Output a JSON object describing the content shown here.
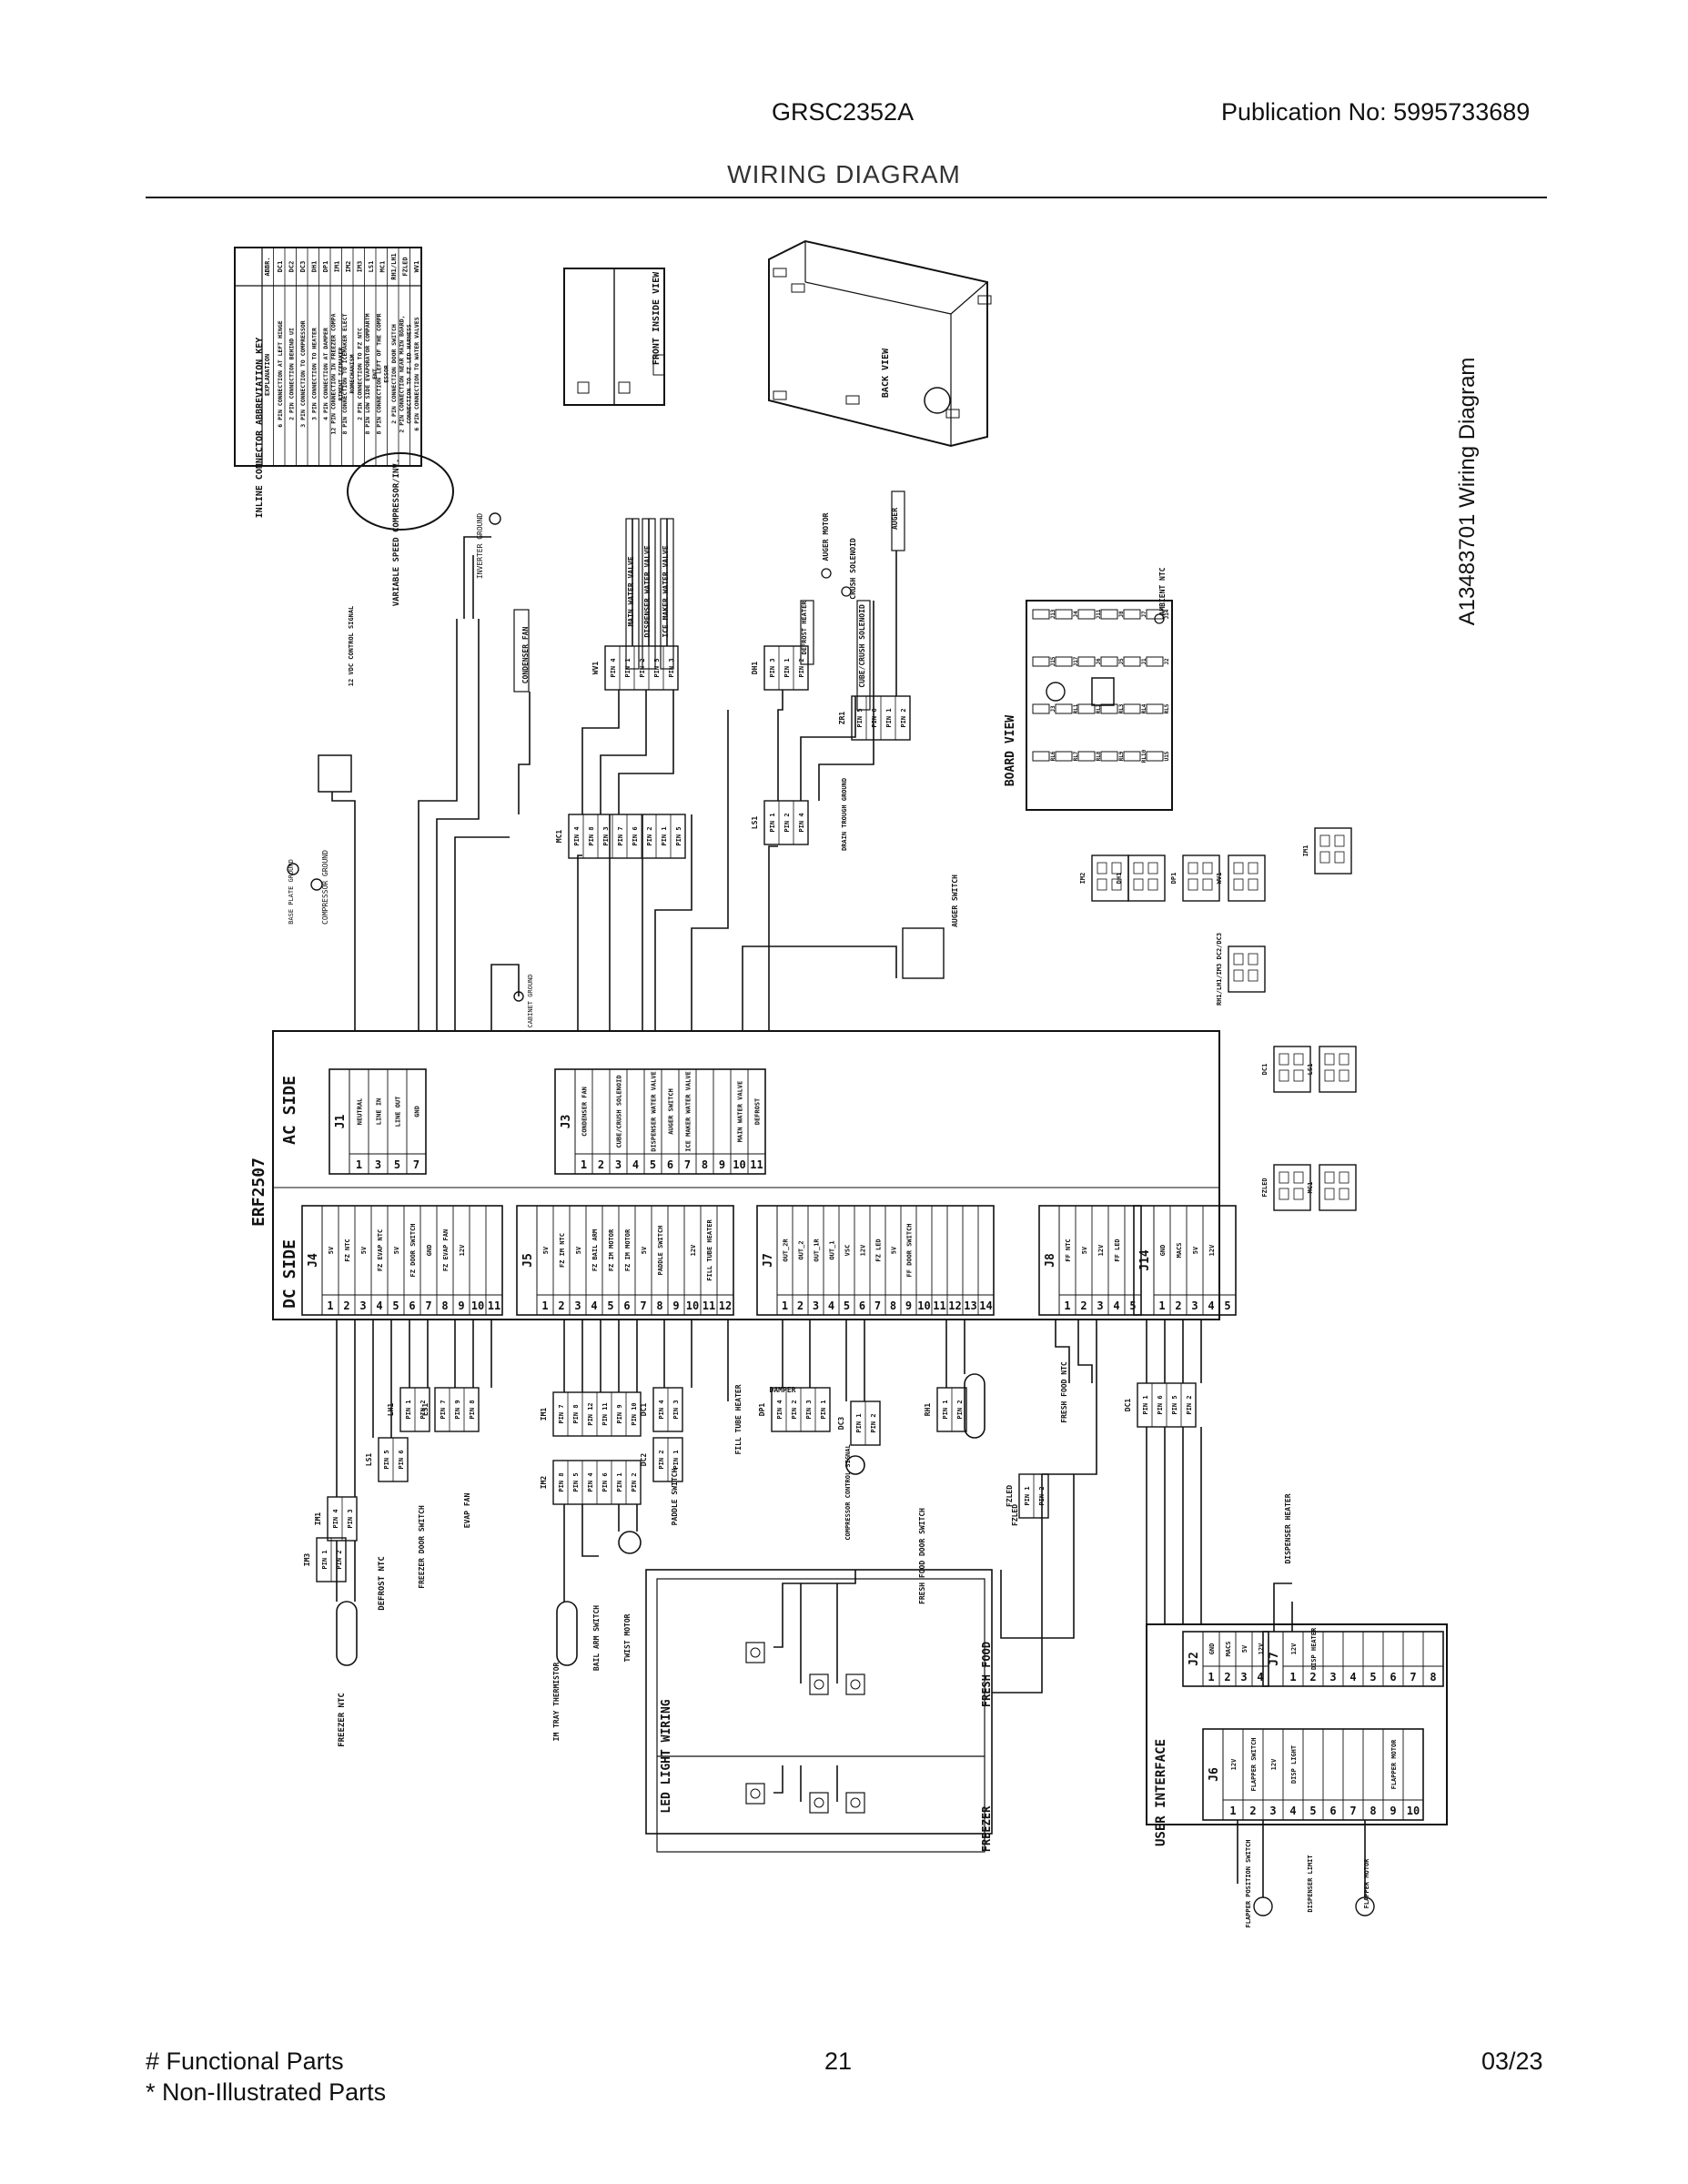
{
  "header": {
    "model": "GRSC2352A",
    "publication": "Publication No:  5995733689",
    "title": "WIRING DIAGRAM"
  },
  "diagram": {
    "side_id": "A13483701 Wiring Diagram",
    "key": {
      "title": "INLINE CONNECTOR ABBREVIATION KEY",
      "col_abbr": "ABBR.",
      "col_expl": "EXPLANATION",
      "rows": [
        {
          "abbr": "DC1",
          "text": "6 PIN CONNECTION AT LEFT HINGE"
        },
        {
          "abbr": "DC2",
          "text": "2 PIN CONNECTION BEHIND UI"
        },
        {
          "abbr": "DC3",
          "text": "3 PIN CONNECTION TO COMPRESSOR"
        },
        {
          "abbr": "DH1",
          "text": "3 PIN CONNECTION TO HEATER"
        },
        {
          "abbr": "DP1",
          "text": "4 PIN CONNECTION AT DAMPER"
        },
        {
          "abbr": "IM1",
          "text": "12 PIN CONNECTION IN FREEZER COMPARTMENT ICEMAKER"
        },
        {
          "abbr": "IM2",
          "text": "8 PIN CONNECTION TO ICEMAKER ELECTROMECHANISM"
        },
        {
          "abbr": "IM3",
          "text": "2 PIN CONNECTION TO FZ NTC"
        },
        {
          "abbr": "LS1",
          "text": "8 PIN LOW SIDE EVAPORATOR COMPARTMENT"
        },
        {
          "abbr": "MC1",
          "text": "8 PIN CONNECTION LEFT OF THE COMPRESSOR"
        },
        {
          "abbr": "RH1/LH1",
          "text": "2 PIN CONNECTION DOOR SWITCH"
        },
        {
          "abbr": "FZLED",
          "text": "2 PIN CONNECTION NEAR MAIN BOARD, CONNECTION TO FZ LED HARNESS"
        },
        {
          "abbr": "WV1",
          "text": "6 PIN CONNECTION TO WATER VALVES"
        }
      ]
    },
    "views": {
      "front": "FRONT INSIDE VIEW",
      "back": "BACK VIEW",
      "board": "BOARD VIEW"
    },
    "compressor": "VARIABLE SPEED COMPRESSOR/INV.",
    "labels": {
      "inverter_ground": "INVERTER GROUND",
      "compressor_ground": "COMPRESSOR GROUND",
      "base_plate": "BASE PLATE GROUND",
      "cabinet_ground": "CABINET GROUND",
      "condenser_fan": "CONDENSER FAN",
      "main_valve": "MAIN WATER VALVE",
      "disp_valve": "DISPENSER WATER VALVE",
      "ice_valve": "ICE MAKER WATER VALVE",
      "defrost_heater": "DEFROST HEATER",
      "auger_motor": "AUGER MOTOR",
      "crush_solenoid": "CRUSH SOLENOID",
      "cube_crush": "CUBE/CRUSH SOLENOID",
      "auger": "AUGER",
      "auger_switch": "AUGER SWITCH",
      "drain_trough": "DRAIN TROUGH GROUND",
      "ambient_ntc": "AMBIENT NTC",
      "vdc": "12 VDC CONTROL SIGNAL",
      "freezer_ntc": "FREEZER NTC",
      "defrost_ntc": "DEFROST NTC",
      "fz_door_switch": "FREEZER DOOR SWITCH",
      "evap_fan": "EVAP FAN",
      "im_tray": "IM TRAY THERMISTOR",
      "bail_arm": "BAIL ARM SWITCH",
      "twist_motor": "TWIST MOTOR",
      "paddle_switch": "PADDLE SWITCH",
      "fill_tube": "FILL TUBE HEATER",
      "damper": "DAMPER",
      "comp_signal": "COMPRESSOR CONTROL SIGNAL",
      "ff_door_switch": "FRESH FOOD DOOR SWITCH",
      "ff_ntc": "FRESH FOOD NTC",
      "fzled": "FZLED",
      "dispenser_heater": "DISPENSER HEATER",
      "led_light": "LED LIGHT WIRING",
      "fresh_food": "FRESH FOOD",
      "freezer": "FREEZER",
      "user_interface": "USER INTERFACE",
      "flapper_pos": "FLAPPER POSITION SWITCH",
      "disp_limit": "DISPENSER LIMIT",
      "flapper_motor": "FLAPPER MOTOR",
      "erf": "ERF2507",
      "ac_side": "AC SIDE",
      "dc_side": "DC SIDE"
    },
    "j1": {
      "title": "J1",
      "rows": [
        [
          "1",
          "NEUTRAL"
        ],
        [
          "3",
          "LINE IN"
        ],
        [
          "5",
          "LINE OUT"
        ],
        [
          "7",
          "GND"
        ]
      ]
    },
    "j3": {
      "title": "J3",
      "rows": [
        [
          "1",
          "CONDENSER FAN"
        ],
        [
          "2",
          ""
        ],
        [
          "3",
          "CUBE/CRUSH SOLENOID"
        ],
        [
          "4",
          ""
        ],
        [
          "5",
          "DISPENSER WATER VALVE"
        ],
        [
          "6",
          "AUGER SWITCH"
        ],
        [
          "7",
          "ICE MAKER WATER VALVE"
        ],
        [
          "8",
          ""
        ],
        [
          "9",
          ""
        ],
        [
          "10",
          "MAIN WATER VALVE"
        ],
        [
          "11",
          "DEFROST"
        ]
      ]
    },
    "j4": {
      "title": "J4",
      "rows": [
        [
          "1",
          "5V"
        ],
        [
          "2",
          "FZ NTC"
        ],
        [
          "3",
          "5V"
        ],
        [
          "4",
          "FZ EVAP NTC"
        ],
        [
          "5",
          "5V"
        ],
        [
          "6",
          "FZ DOOR SWITCH"
        ],
        [
          "7",
          "GND"
        ],
        [
          "8",
          "FZ EVAP FAN"
        ],
        [
          "9",
          "12V"
        ],
        [
          "10",
          ""
        ],
        [
          "11",
          ""
        ]
      ]
    },
    "j5": {
      "title": "J5",
      "rows": [
        [
          "1",
          "5V"
        ],
        [
          "2",
          "FZ IM NTC"
        ],
        [
          "3",
          "5V"
        ],
        [
          "4",
          "FZ BAIL ARM"
        ],
        [
          "5",
          "FZ IM MOTOR"
        ],
        [
          "6",
          "FZ IM MOTOR"
        ],
        [
          "7",
          "5V"
        ],
        [
          "8",
          "PADDLE SWITCH"
        ],
        [
          "9",
          ""
        ],
        [
          "10",
          "12V"
        ],
        [
          "11",
          "FILL TUBE HEATER"
        ],
        [
          "12",
          ""
        ]
      ]
    },
    "j7": {
      "title": "J7",
      "rows": [
        [
          "1",
          "OUT_2R"
        ],
        [
          "2",
          "OUT_2"
        ],
        [
          "3",
          "OUT_1R"
        ],
        [
          "4",
          "OUT_1"
        ],
        [
          "5",
          "VSC"
        ],
        [
          "6",
          "12V"
        ],
        [
          "7",
          "FZ LED"
        ],
        [
          "8",
          "5V"
        ],
        [
          "9",
          "FF DOOR SWITCH"
        ],
        [
          "10",
          ""
        ],
        [
          "11",
          ""
        ],
        [
          "12",
          ""
        ],
        [
          "13",
          ""
        ],
        [
          "14",
          ""
        ]
      ]
    },
    "j8": {
      "title": "J8",
      "rows": [
        [
          "1",
          "FF NTC"
        ],
        [
          "2",
          "5V"
        ],
        [
          "3",
          "12V"
        ],
        [
          "4",
          "FF LED"
        ],
        [
          "5",
          ""
        ]
      ]
    },
    "j14": {
      "title": "J14",
      "rows": [
        [
          "1",
          "GND"
        ],
        [
          "2",
          "MACS"
        ],
        [
          "3",
          "5V"
        ],
        [
          "4",
          "12V"
        ],
        [
          "5",
          ""
        ]
      ]
    },
    "uij2": {
      "title": "J2",
      "rows": [
        [
          "1",
          "GND"
        ],
        [
          "2",
          "MACS"
        ],
        [
          "3",
          "5V"
        ],
        [
          "4",
          "12V"
        ]
      ]
    },
    "uij7": {
      "title": "J7",
      "rows": [
        [
          "1",
          "12V"
        ],
        [
          "2",
          "DISP HEATER"
        ],
        [
          "3",
          ""
        ],
        [
          "4",
          ""
        ],
        [
          "5",
          ""
        ],
        [
          "6",
          ""
        ],
        [
          "7",
          ""
        ],
        [
          "8",
          ""
        ]
      ]
    },
    "uij6": {
      "title": "J6",
      "rows": [
        [
          "1",
          "12V"
        ],
        [
          "2",
          "FLAPPER SWITCH"
        ],
        [
          "3",
          "12V"
        ],
        [
          "4",
          "DISP LIGHT"
        ],
        [
          "5",
          ""
        ],
        [
          "6",
          ""
        ],
        [
          "7",
          ""
        ],
        [
          "8",
          ""
        ],
        [
          "9",
          "FLAPPER MOTOR"
        ],
        [
          "10",
          ""
        ]
      ]
    },
    "conn": {
      "wv1": {
        "title": "WV1",
        "pins": [
          "PIN 4",
          "PIN 1",
          "PIN 2",
          "PIN 5",
          "PIN 3"
        ]
      },
      "mc1": {
        "title": "MC1",
        "pins": [
          "PIN 4",
          "PIN 8",
          "PIN 3",
          "PIN 7",
          "PIN 6",
          "PIN 2",
          "PIN 1",
          "PIN 5"
        ]
      },
      "dh1": {
        "title": "DH1",
        "pins": [
          "PIN 3",
          "PIN 1",
          "PIN 2"
        ]
      },
      "ls1": {
        "title": "LS1",
        "pins": [
          "PIN 1",
          "PIN 2",
          "PIN 4"
        ]
      },
      "zr1": {
        "title": "ZR1",
        "pins": [
          "PIN 5",
          "PIN 6",
          "PIN 1",
          "PIN 2"
        ]
      },
      "lh1": {
        "title": "LH1",
        "pins": [
          "PIN 1",
          "PIN 2"
        ]
      },
      "ls1b": {
        "title": "LS1",
        "pins": [
          "PIN 7",
          "PIN 9",
          "PIN 8"
        ]
      },
      "ls1c": {
        "title": "LS1",
        "pins": [
          "PIN 5",
          "PIN 6"
        ]
      },
      "im1": {
        "title": "IM1",
        "pins": [
          "PIN 4",
          "PIN 3"
        ]
      },
      "im3": {
        "title": "IM3",
        "pins": [
          "PIN 1",
          "PIN 2"
        ]
      },
      "im1b": {
        "title": "IM1",
        "pins": [
          "PIN 7",
          "PIN 8",
          "PIN 12",
          "PIN 11",
          "PIN 9",
          "PIN 10"
        ]
      },
      "im2": {
        "title": "IM2",
        "pins": [
          "PIN 8",
          "PIN 5",
          "PIN 4",
          "PIN 6",
          "PIN 1",
          "PIN 2"
        ]
      },
      "dc1a": {
        "title": "DC1",
        "pins": [
          "PIN 4",
          "PIN 3"
        ]
      },
      "dc2": {
        "title": "DC2",
        "pins": [
          "PIN 2",
          "PIN 1"
        ]
      },
      "dp1": {
        "title": "DP1",
        "pins": [
          "PIN 4",
          "PIN 2",
          "PIN 3",
          "PIN 1"
        ]
      },
      "dc3": {
        "title": "DC3",
        "pins": [
          "PIN 1",
          "PIN 2"
        ]
      },
      "rh1": {
        "title": "RH1",
        "pins": [
          "PIN 1",
          "PIN 2"
        ]
      },
      "dc1": {
        "title": "DC1",
        "pins": [
          "PIN 1",
          "PIN 6",
          "PIN 5",
          "PIN 2"
        ]
      },
      "fzled": {
        "title": "FZLED",
        "pins": [
          "PIN 1",
          "PIN 2"
        ]
      }
    },
    "right_conn": [
      "IM2",
      "DH1",
      "DP1",
      "WV1",
      "IM1",
      "RH1/LH1/IM3 DC2/DC3",
      "DC1",
      "LS1",
      "FZLED",
      "MC1"
    ],
    "board": [
      "J13",
      "J4",
      "J11",
      "J8",
      "J7",
      "J14",
      "J15",
      "J17",
      "J6",
      "J5",
      "J1",
      "J2",
      "J3",
      "RL1",
      "RL2",
      "RL3",
      "RL4",
      "RL5",
      "RL6",
      "RL7",
      "RL8",
      "RL9",
      "RL10",
      "U15"
    ]
  },
  "footer": {
    "functional": "# Functional Parts",
    "non_illustrated": "* Non-Illustrated Parts",
    "page": "21",
    "date": "03/23"
  }
}
